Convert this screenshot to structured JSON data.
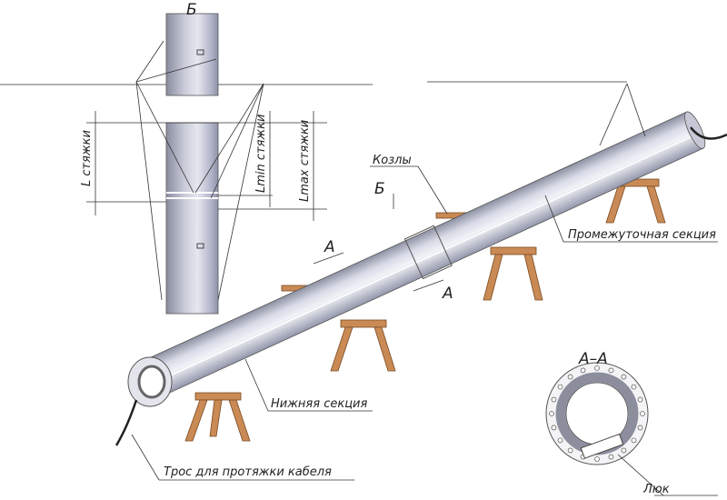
{
  "view_b": {
    "title": "Б",
    "l_tie": "L стяжки",
    "lmin_tie": "Lmin стяжки",
    "lmax_tie": "Lmax стяжки"
  },
  "main": {
    "trestles": "Козлы",
    "view_b_marker": "Б",
    "section_a_left": "А",
    "section_a_right": "А",
    "intermediate_section": "Промежуточная секция",
    "lower_section": "Нижняя секция",
    "cable_rope": "Трос для протяжки кабеля"
  },
  "section_aa": {
    "title": "А–А",
    "hatch": "Люк"
  },
  "colors": {
    "pipe": "#b8bccb",
    "wood": "#c98a55",
    "line": "#333333"
  }
}
